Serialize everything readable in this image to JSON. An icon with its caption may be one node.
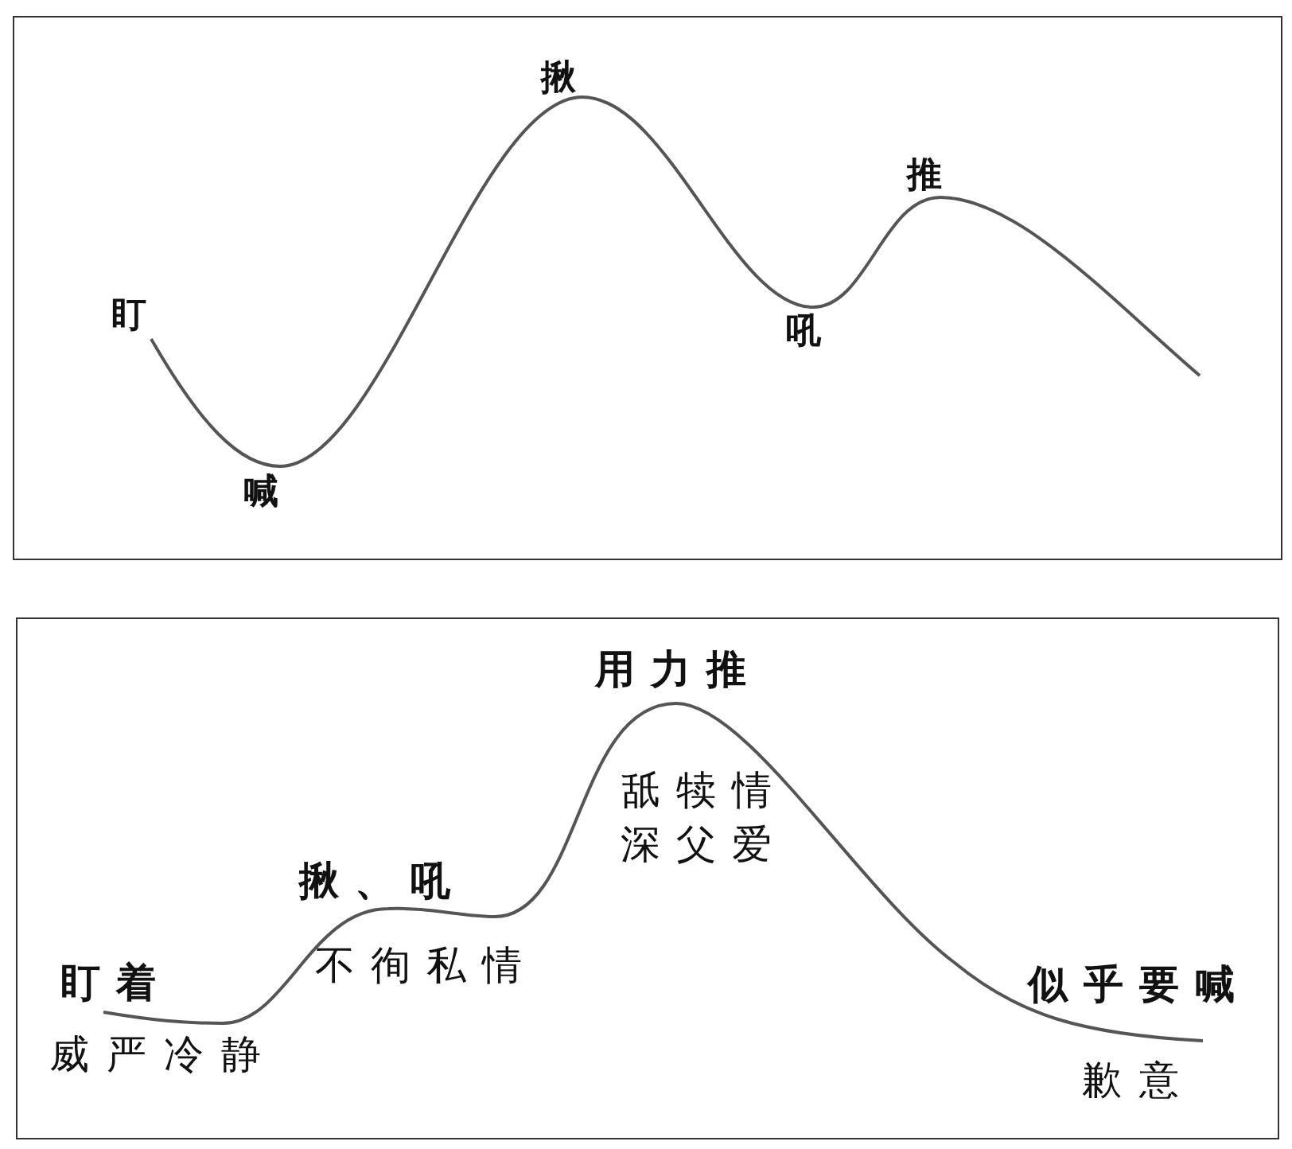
{
  "diagram": {
    "labels": [
      "盯",
      "喊",
      "揪",
      "吼",
      "推",
      "盯着",
      "威严冷静",
      "揪、吼",
      "不徇私情",
      "用力推",
      "舐犊情深父爱",
      "似乎要喊",
      "歉意"
    ]
  }
}
